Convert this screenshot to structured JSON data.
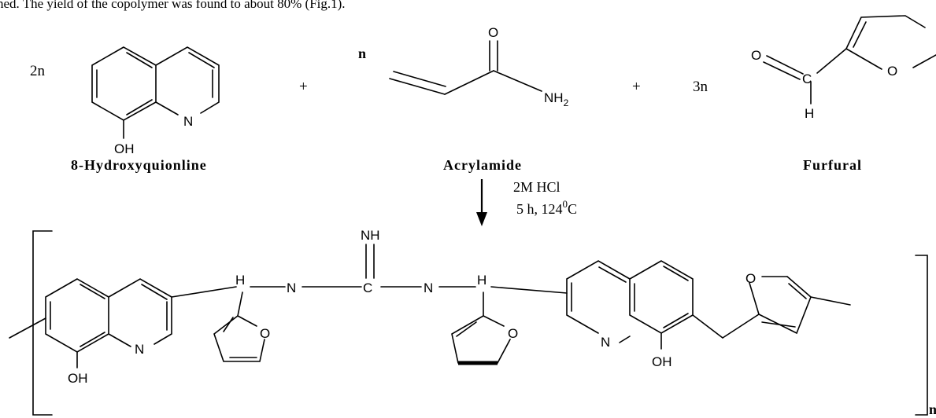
{
  "caption_top": "ned. The yield of the copolymer was found to about 80% (Fig.1).",
  "reactants": {
    "r1": {
      "coefficient": "2n",
      "name": "8-Hydroxyquionline",
      "atoms": {
        "n": "N",
        "oh": "OH"
      }
    },
    "r2": {
      "coefficient": "n",
      "name": "Acrylamide",
      "atoms": {
        "o": "O",
        "nh2_main": "NH",
        "nh2_sub": "2"
      }
    },
    "r3": {
      "coefficient": "3n",
      "name": "Furfural",
      "atoms": {
        "o_ald": "O",
        "c": "C",
        "h": "H",
        "o_ring": "O"
      }
    }
  },
  "plus_sign": "+",
  "conditions": {
    "line1": "2M HCl",
    "line2_main": "5 h, 124",
    "line2_sup": "0",
    "line2_unit": "C"
  },
  "product": {
    "atoms": {
      "oh_left": "OH",
      "n_left": "N",
      "h1": "H",
      "n1": "N",
      "nh": "NH",
      "c_center": "C",
      "n2": "N",
      "h2": "H",
      "o_fur1": "O",
      "o_fur2": "O",
      "n_right": "N",
      "oh_right": "OH",
      "o_fur3": "O"
    },
    "repeat_subscript": "n"
  }
}
